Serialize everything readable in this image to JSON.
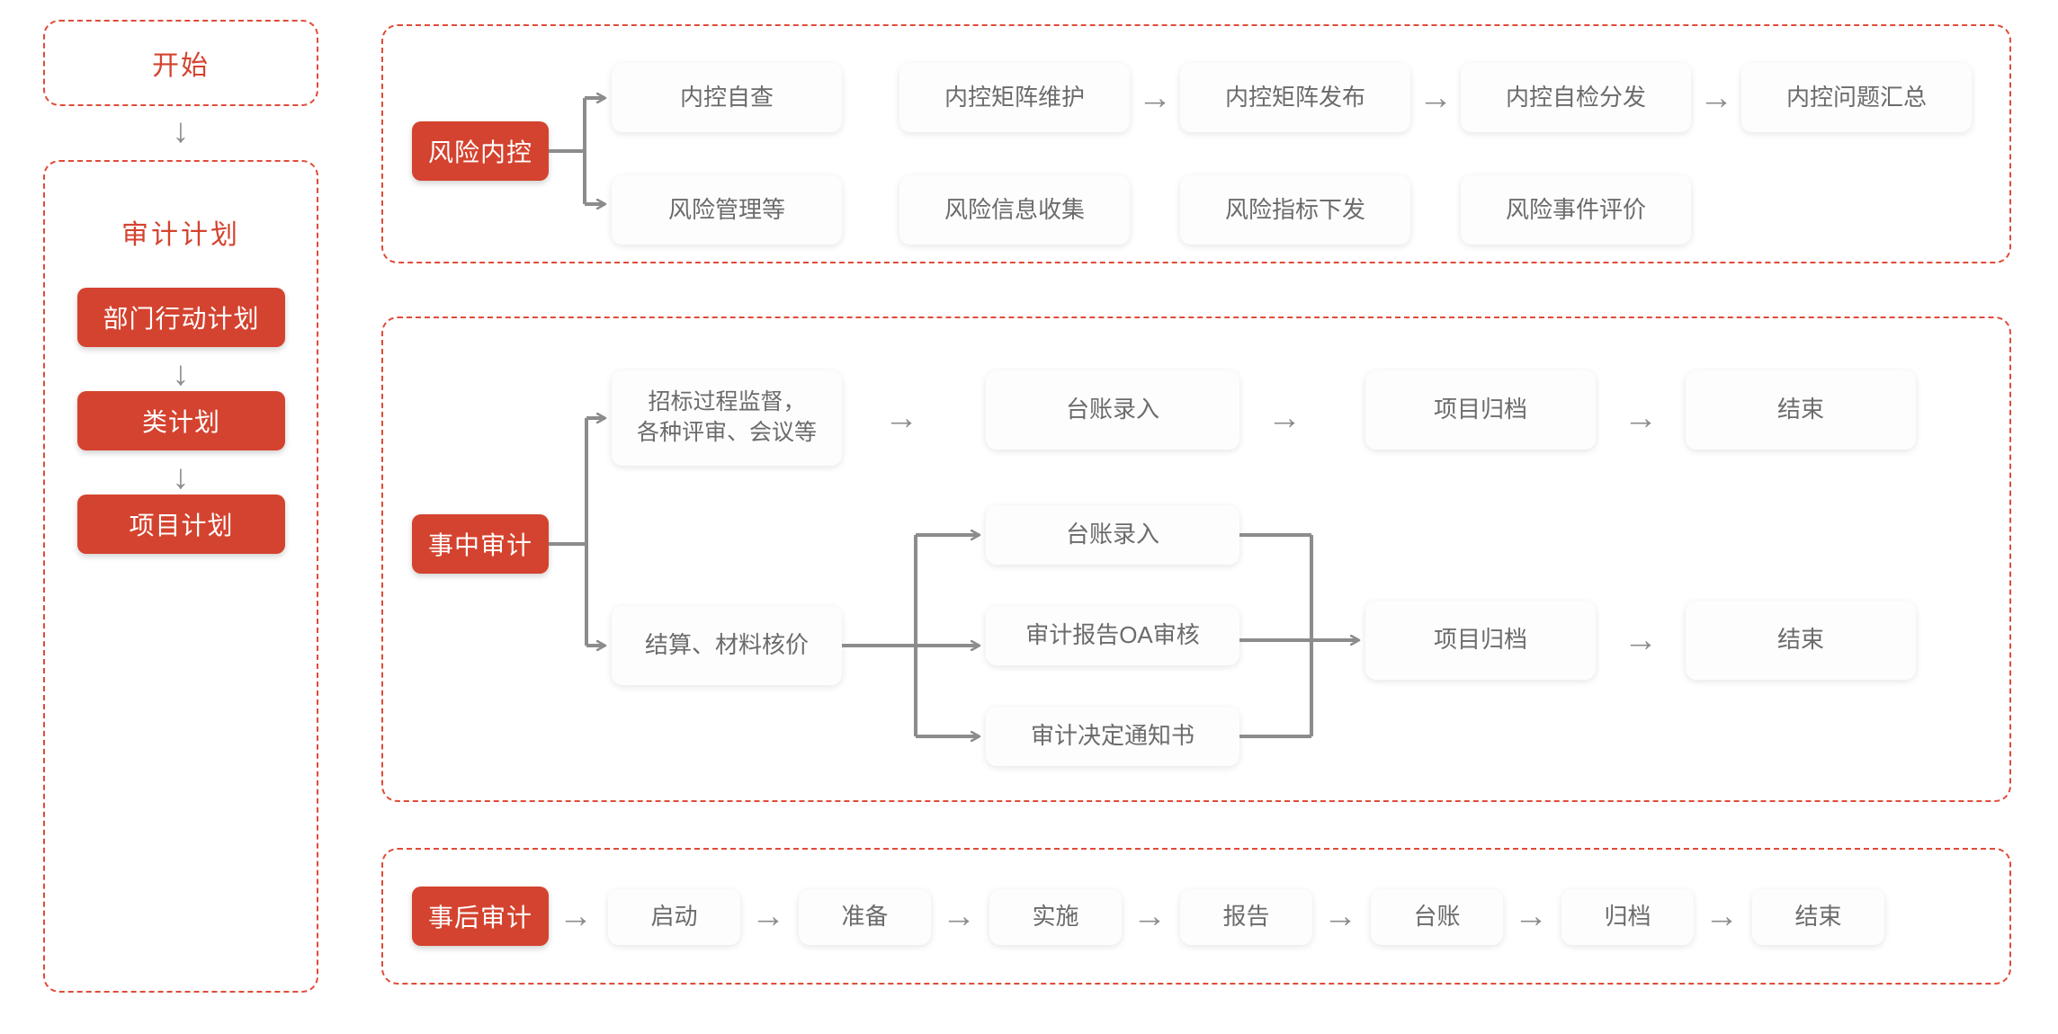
{
  "colors": {
    "brand_red": "#d4432f",
    "dashed_border": "#e04b38",
    "card_text": "#6b6b6b",
    "connector": "#8c8c8c",
    "background": "#ffffff"
  },
  "left_column": {
    "start_panel": {
      "title": "开始"
    },
    "down_arrow": "↓",
    "plan_panel": {
      "title": "审计计划",
      "steps": [
        {
          "label": "部门行动计划"
        },
        {
          "label": "类计划"
        },
        {
          "label": "项目计划"
        }
      ],
      "step_arrows": [
        "↓",
        "↓"
      ]
    }
  },
  "sections": [
    {
      "id": "risk-internal-control",
      "root": "风险内控",
      "rows": [
        {
          "id": "risk-row-1",
          "nodes": [
            "内控自查",
            "内控矩阵维护",
            "内控矩阵发布",
            "内控自检分发",
            "内控问题汇总"
          ],
          "arrows": [
            "",
            "→",
            "→",
            "→"
          ]
        },
        {
          "id": "risk-row-2",
          "nodes": [
            "风险管理等",
            "风险信息收集",
            "风险指标下发",
            "风险事件评价"
          ],
          "arrows": [
            "",
            "",
            ""
          ]
        }
      ]
    },
    {
      "id": "in-process-audit",
      "root": "事中审计",
      "branch_top": {
        "source": "招标过程监督，\n各种评审、会议等",
        "source_line1": "招标过程监督，",
        "source_line2": "各种评审、会议等",
        "chain": [
          "台账录入",
          "项目归档",
          "结束"
        ],
        "arrows": [
          "→",
          "→",
          "→"
        ]
      },
      "branch_bottom": {
        "source": "结算、材料核价",
        "fan": [
          "台账录入",
          "审计报告OA审核",
          "审计决定通知书"
        ],
        "merge": [
          "项目归档",
          "结束"
        ],
        "merge_arrow": "→"
      }
    },
    {
      "id": "post-audit",
      "root": "事后审计",
      "chain": [
        "启动",
        "准备",
        "实施",
        "报告",
        "台账",
        "归档",
        "结束"
      ],
      "arrows": [
        "→",
        "→",
        "→",
        "→",
        "→",
        "→",
        "→"
      ]
    }
  ]
}
